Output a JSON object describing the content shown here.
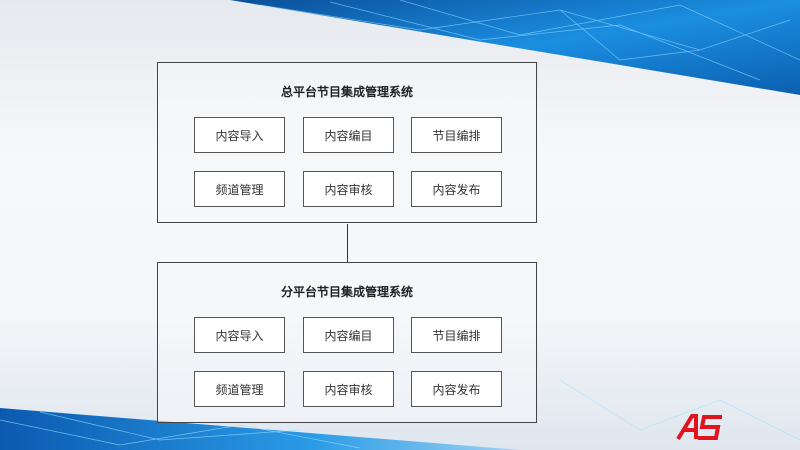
{
  "diagram": {
    "top_system": {
      "title": "总平台节目集成管理系统",
      "modules": [
        "内容导入",
        "内容编目",
        "节目编排",
        "频道管理",
        "内容审核",
        "内容发布"
      ]
    },
    "bottom_system": {
      "title": "分平台节目集成管理系统",
      "modules": [
        "内容导入",
        "内容编目",
        "节目编排",
        "频道管理",
        "内容审核",
        "内容发布"
      ]
    },
    "logo_text": "AS",
    "colors": {
      "accent_blue": "#1a7fd0",
      "logo_red": "#e0141c"
    }
  }
}
